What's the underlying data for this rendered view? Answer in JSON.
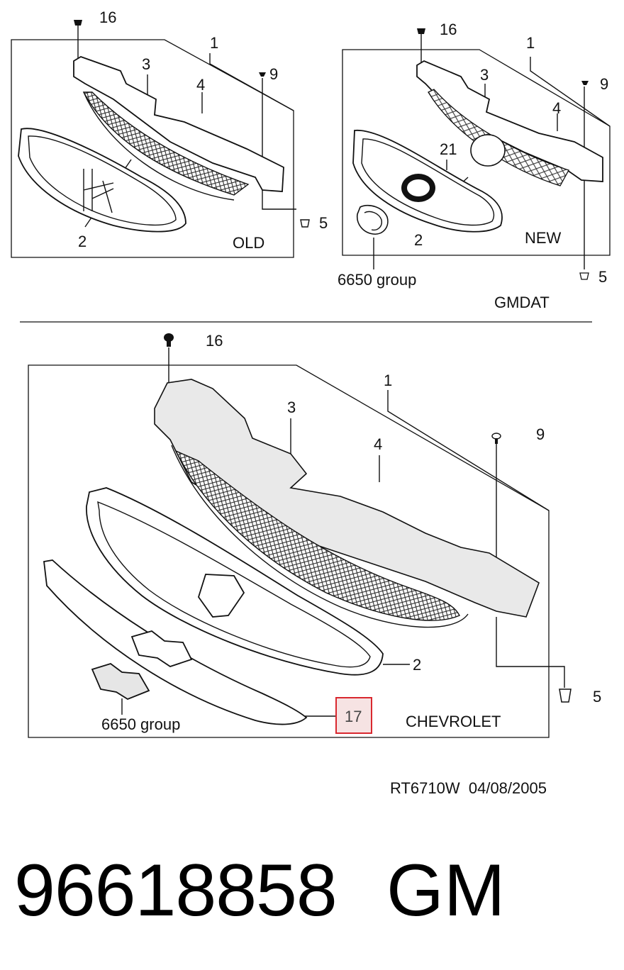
{
  "panels": {
    "old": {
      "caption": "OLD",
      "callouts": [
        "16",
        "1",
        "3",
        "4",
        "9",
        "2",
        "5"
      ]
    },
    "new": {
      "caption": "NEW",
      "callouts": [
        "16",
        "1",
        "3",
        "4",
        "9",
        "21",
        "2",
        "5"
      ],
      "group_label": "6650 group",
      "brand": "GMDAT"
    },
    "chevrolet": {
      "caption": "CHEVROLET",
      "callouts": [
        "16",
        "1",
        "3",
        "4",
        "9",
        "2",
        "5"
      ],
      "group_label": "6650 group",
      "highlight": "17"
    }
  },
  "drawing_ref": "RT6710W  04/08/2005",
  "part_number": "96618858",
  "manufacturer": "GM"
}
